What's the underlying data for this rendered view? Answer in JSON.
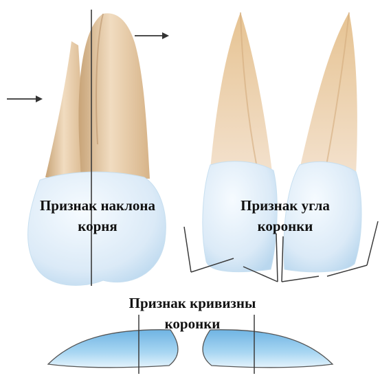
{
  "labels": {
    "root_inclination": [
      "Признак наклона",
      "корня"
    ],
    "crown_angle": [
      "Признак угла",
      "коронки"
    ],
    "crown_curvature": [
      "Признак кривизны",
      "коронки"
    ]
  },
  "colors": {
    "root": "#e8c9a0",
    "root_shadow": "#c9a57a",
    "enamel": "#dcecf8",
    "enamel_edge": "#a9cde8",
    "curvature_fill": "#8ec8ec",
    "line": "#3a3a3a"
  }
}
